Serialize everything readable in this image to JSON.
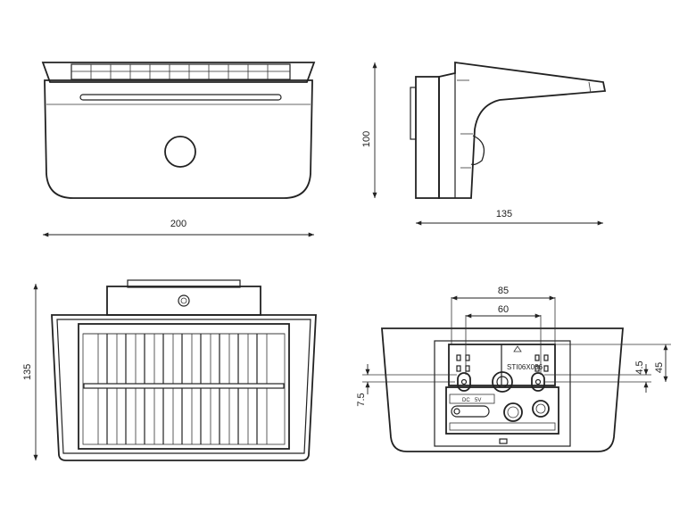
{
  "dimensions": {
    "front_width": "200",
    "side_height": "100",
    "side_depth": "135",
    "back_height": "135",
    "bottom_outer_spacing": "85",
    "bottom_inner_spacing": "60",
    "bottom_hole_offset": "4.5",
    "bottom_height": "45",
    "bottom_inset": "7.5"
  },
  "labels": {
    "cert_mark": "STI06X036",
    "dc_label": "DC",
    "voltage_label": "5V"
  }
}
